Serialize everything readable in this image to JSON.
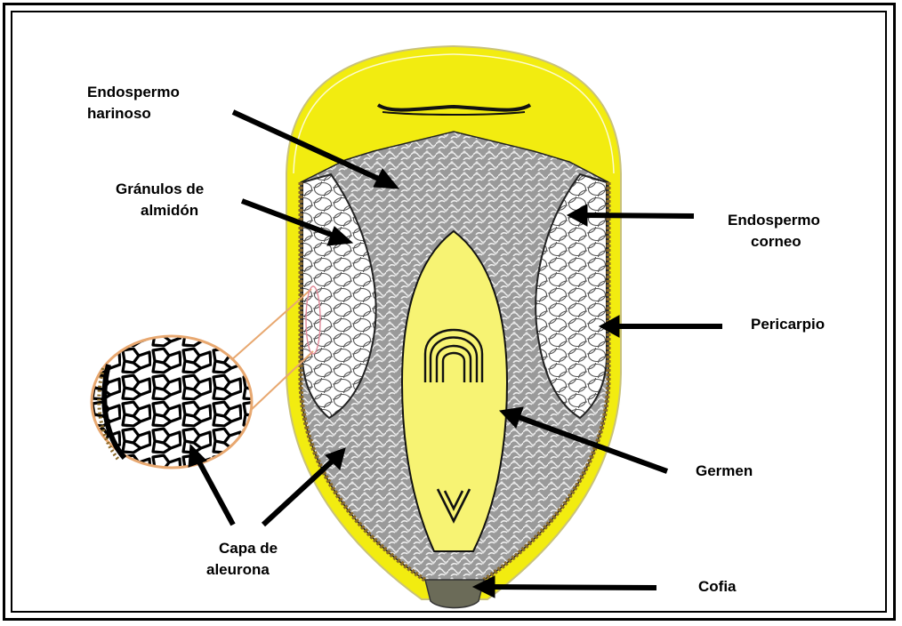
{
  "labels": {
    "endospermo_harinoso": {
      "line1": "Endospermo",
      "line2": "harinoso"
    },
    "granulos_almidon": {
      "line1": "Gránulos de",
      "line2": "almidón"
    },
    "endospermo_corneo": {
      "line1": "Endospermo",
      "line2": "corneo"
    },
    "pericarpio": "Pericarpio",
    "germen": "Germen",
    "capa_aleurona": {
      "line1": "Capa de",
      "line2": "aleurona"
    },
    "cofia": "Cofia"
  },
  "colors": {
    "pericarp_yellow": "#f2ec10",
    "germ_yellow": "#f7f373",
    "endosperm_gray": "#8c8c8c",
    "starch_white": "#ffffff",
    "aleurone_brown": "#8a6a2a",
    "zoom_outline": "#e8a870",
    "arrow": "#000000"
  }
}
